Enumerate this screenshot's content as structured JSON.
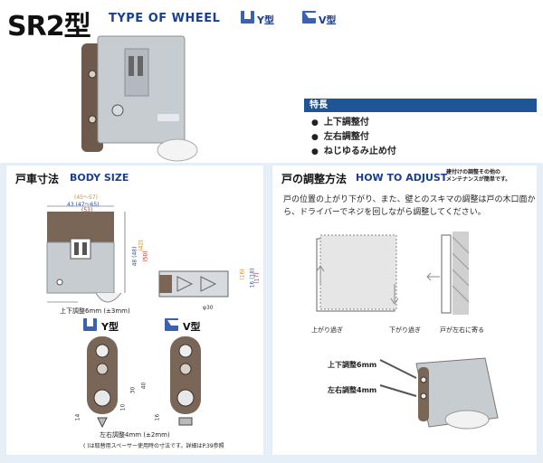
{
  "header": {
    "model": "SR2型",
    "type_title": "TYPE OF WHEEL",
    "type_y": "Y型",
    "type_v": "V型"
  },
  "features": {
    "heading": "特長",
    "items": [
      "上下調整付",
      "左右調整付",
      "ねじゆるみ止め付"
    ]
  },
  "body_size": {
    "title_jp": "戸車寸法",
    "title_en": "BODY SIZE",
    "dims": {
      "top_orange": "(45～57)",
      "top_blue": "43 (47～65)",
      "top_red": "(53)",
      "height_orange": "(42)",
      "height_blue": "48 (48)",
      "height_red": "(50)",
      "side_orange": "(16)",
      "side_blue": "16 (18)",
      "side_red": "(17)",
      "diameter": "φ30"
    },
    "adjust_updown": "上下調整6mm (±3mm)",
    "type_y": "Y型",
    "type_v": "V型",
    "dim_30": "30",
    "dim_40": "40",
    "dim_10": "10",
    "dim_14": "14",
    "dim_16": "16",
    "adjust_lr": "左右調整4mm (±2mm)",
    "footnote": "( )は取替用スペーサー使用時の寸法です。詳細はP.39参照"
  },
  "how_to_adjust": {
    "title_jp": "戸の調整方法",
    "title_en": "HOW TO ADJUST",
    "note": [
      "建付けの調整その他の",
      "メンテナンスが簡単です。"
    ],
    "description": "戸の位置の上がり下がり、また、壁とのスキマの調整は戸の木口面から、ドライバーでネジを回しながら調整してください。",
    "label_up": "上がり過ぎ",
    "label_down": "下がり過ぎ",
    "label_right": "戸が左右に寄る",
    "updown_adjust": "上下調整6mm",
    "lr_adjust": "左右調整4mm"
  },
  "colors": {
    "accent_blue": "#1d5596",
    "panel_bg": "#e6eef7",
    "bronze": "#7a6656",
    "dim_orange": "#d98a1a",
    "dim_blue": "#2d4fa8",
    "dim_red": "#c42a2a"
  }
}
